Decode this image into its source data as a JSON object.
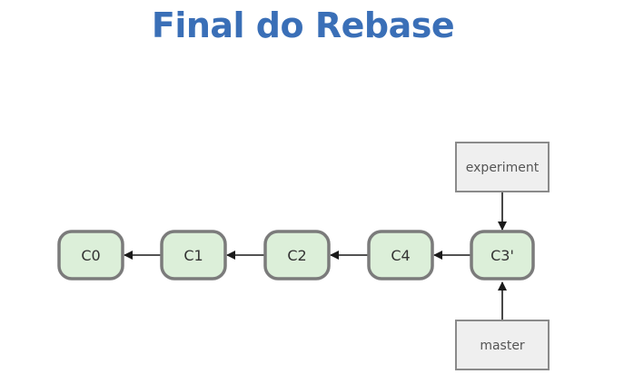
{
  "title": "Final do Rebase",
  "commits": [
    "C0",
    "C1",
    "C2",
    "C4",
    "C3'"
  ],
  "branches": {
    "experiment": "experiment",
    "master": "master"
  },
  "colors": {
    "title": "#3a6fb7",
    "commit_fill": "#dcefd9",
    "commit_stroke": "#7b7b7b",
    "branch_fill": "#efefef",
    "branch_stroke": "#8a8a8a",
    "arrow": "#1a1a1a"
  }
}
